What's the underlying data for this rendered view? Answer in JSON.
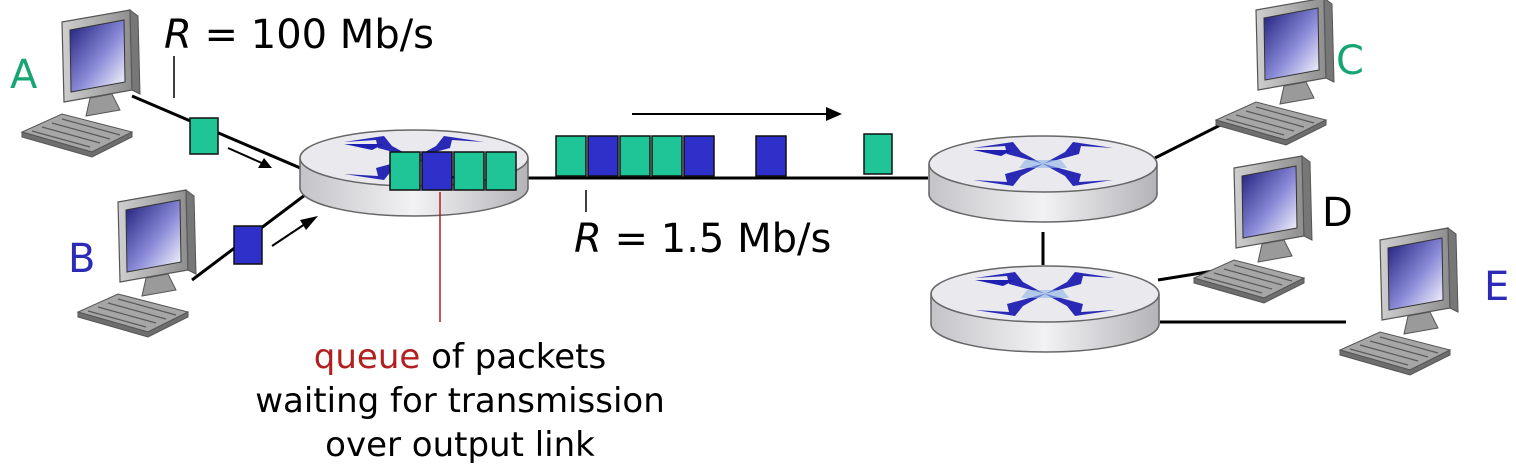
{
  "hosts": {
    "a": {
      "label": "A",
      "color": "#17a673"
    },
    "b": {
      "label": "B",
      "color": "#2b2bb8"
    },
    "c": {
      "label": "C",
      "color": "#17a673"
    },
    "d": {
      "label": "D",
      "color": "#000000"
    },
    "e": {
      "label": "E",
      "color": "#2b2bb8"
    }
  },
  "links": {
    "input_rate": {
      "var": "R",
      "value": " = 100 Mb/s"
    },
    "output_rate": {
      "var": "R",
      "value": " = 1.5 Mb/s"
    }
  },
  "caption": {
    "queue_word": "queue",
    "rest": " of packets",
    "line2": "waiting for transmission",
    "line3": "over output link",
    "queue_color": "#b21f1f"
  },
  "colors": {
    "green_packet": "#1fc597",
    "blue_packet": "#2f2fc9",
    "router_cross": "#1f1fb2",
    "router_top": "#e9e9ee"
  },
  "packets": {
    "in_queue": [
      "green",
      "blue",
      "green",
      "green"
    ],
    "on_output_link": [
      "green",
      "blue",
      "green",
      "green",
      "blue",
      "blue",
      "green"
    ],
    "in_from_a": "green",
    "in_from_b": "blue"
  }
}
